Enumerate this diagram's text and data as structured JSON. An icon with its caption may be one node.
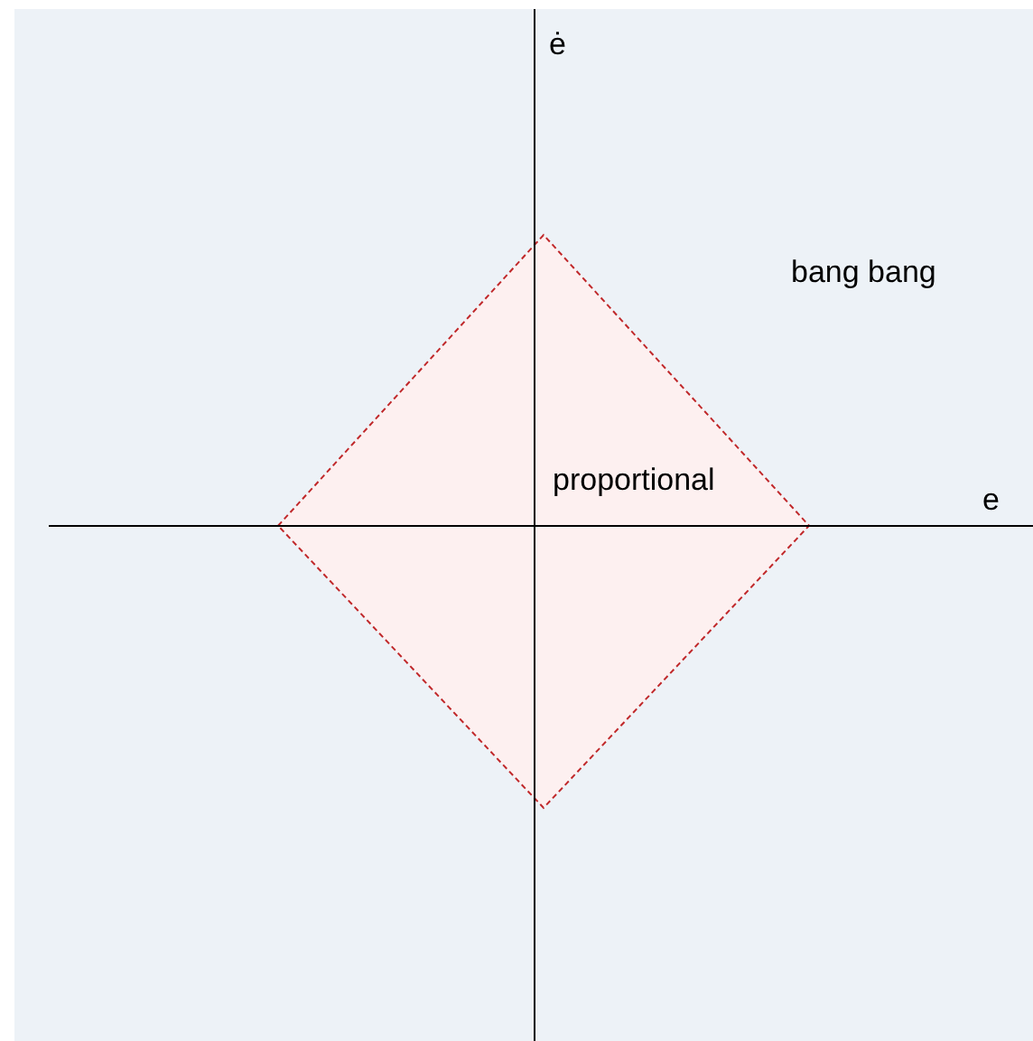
{
  "diagram": {
    "nodes": [
      {
        "text": [
          "bang bang"
        ]
      },
      {
        "text": [
          "proportional"
        ],
        "in": 0
      }
    ],
    "labels": [
      "ė",
      "e"
    ]
  }
}
